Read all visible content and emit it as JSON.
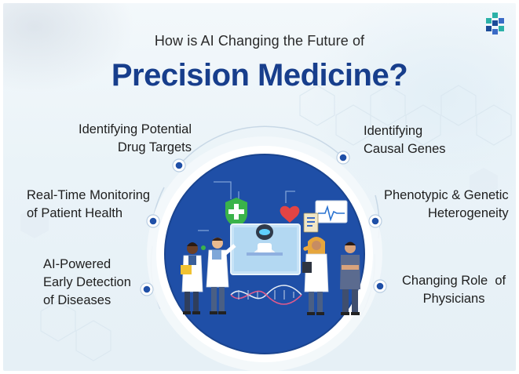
{
  "header": {
    "subtitle": "How is AI Changing the Future of",
    "title": "Precision Medicine?"
  },
  "benefits_left": [
    {
      "line1": "Identifying Potential",
      "line2": "Drug Targets"
    },
    {
      "line1": "Real-Time Monitoring",
      "line2": "of Patient Health"
    },
    {
      "line1": "AI-Powered",
      "line2": "Early Detection",
      "line3": "of Diseases"
    }
  ],
  "benefits_right": [
    {
      "line1": "Identifying",
      "line2": "Causal Genes"
    },
    {
      "line1": "Phenotypic & Genetic",
      "line2": "Heterogeneity"
    },
    {
      "line1": "Changing Role  of",
      "line2": "Physicians"
    }
  ],
  "colors": {
    "title": "#173e8c",
    "circle": "#1f4fa7",
    "accent": "#2c5fb3",
    "text": "#1e1e1e"
  },
  "icons": {
    "logo": "cube-logo-icon",
    "center": "doctors-with-ai-robot-illustration"
  }
}
